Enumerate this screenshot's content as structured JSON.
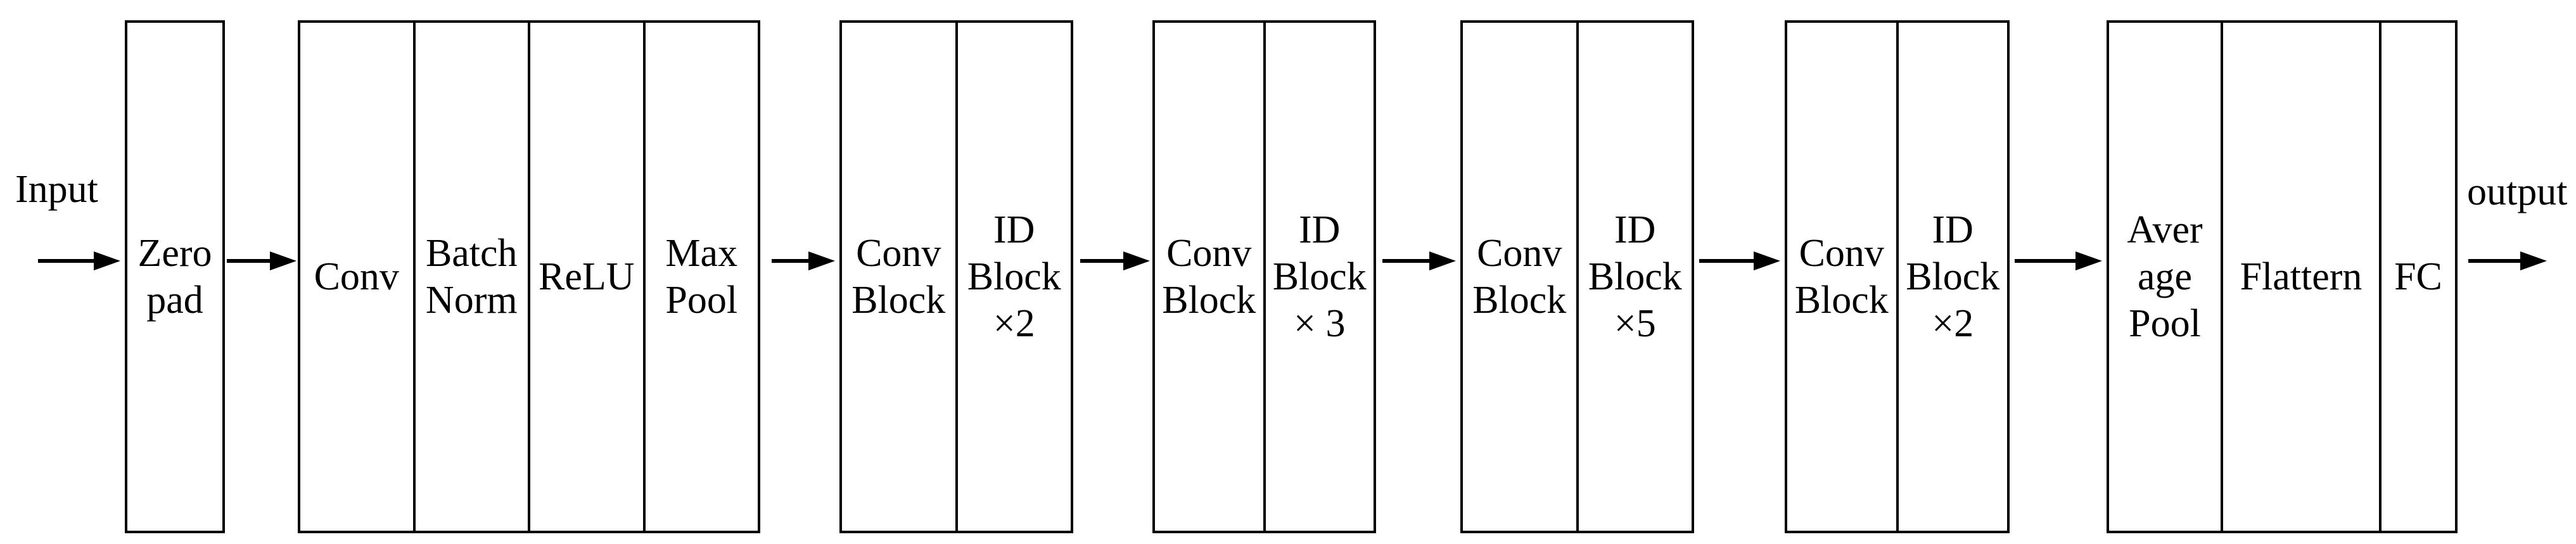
{
  "diagram": {
    "input_label": "Input",
    "output_label": "output",
    "colors": {
      "stroke": "#000000",
      "background": "#ffffff"
    },
    "groups": [
      {
        "name": "zero-pad",
        "cells": [
          {
            "lines": [
              "Zero",
              "pad"
            ]
          }
        ]
      },
      {
        "name": "stem",
        "cells": [
          {
            "lines": [
              "Conv"
            ]
          },
          {
            "lines": [
              "Batch",
              "Norm"
            ]
          },
          {
            "lines": [
              "ReLU"
            ]
          },
          {
            "lines": [
              "Max",
              "Pool"
            ]
          }
        ]
      },
      {
        "name": "stage-1",
        "cells": [
          {
            "lines": [
              "Conv",
              "Block"
            ]
          },
          {
            "lines": [
              "ID",
              "Block",
              "×2"
            ]
          }
        ]
      },
      {
        "name": "stage-2",
        "cells": [
          {
            "lines": [
              "Conv",
              "Block"
            ]
          },
          {
            "lines": [
              "ID",
              "Block",
              "× 3"
            ]
          }
        ]
      },
      {
        "name": "stage-3",
        "cells": [
          {
            "lines": [
              "Conv",
              "Block"
            ]
          },
          {
            "lines": [
              "ID",
              "Block",
              "×5"
            ]
          }
        ]
      },
      {
        "name": "stage-4",
        "cells": [
          {
            "lines": [
              "Conv",
              "Block"
            ]
          },
          {
            "lines": [
              "ID",
              "Block",
              "×2"
            ]
          }
        ]
      },
      {
        "name": "head",
        "cells": [
          {
            "lines": [
              "Aver",
              "age",
              "Pool"
            ]
          },
          {
            "lines": [
              "Flattern"
            ]
          },
          {
            "lines": [
              "FC"
            ]
          }
        ]
      }
    ]
  }
}
